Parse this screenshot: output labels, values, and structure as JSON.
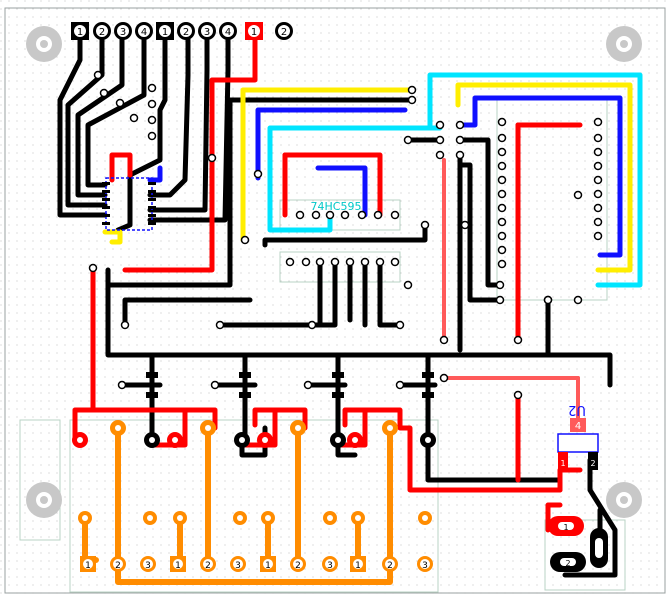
{
  "colors": {
    "board_bg": "#ffffff",
    "dot_grid": "#c8c8c8",
    "outline": "#9aa0a0",
    "mount_hole": "#c8c8c8",
    "black": "#000000",
    "red": "#ff0000",
    "blue": "#1010ff",
    "cyan": "#00e5ff",
    "yellow": "#ffee00",
    "orange": "#ff8c00",
    "salmon": "#ff5a5a"
  },
  "header": {
    "black_pins": [
      "1",
      "2",
      "3",
      "4",
      "1",
      "2",
      "3",
      "4"
    ],
    "red_pin": "1",
    "white_pin": "2"
  },
  "chip_74hc595_label": "74HC595",
  "u2_label": "U2",
  "u2_pin_badge": "4",
  "u2_pins": [
    "1",
    "2"
  ],
  "relay_block": {
    "pins": [
      "1",
      "2",
      "3",
      "1",
      "2",
      "3",
      "1",
      "2",
      "3",
      "1",
      "2",
      "3"
    ]
  },
  "bottom_connector": {
    "pins": [
      "1",
      "2"
    ]
  }
}
